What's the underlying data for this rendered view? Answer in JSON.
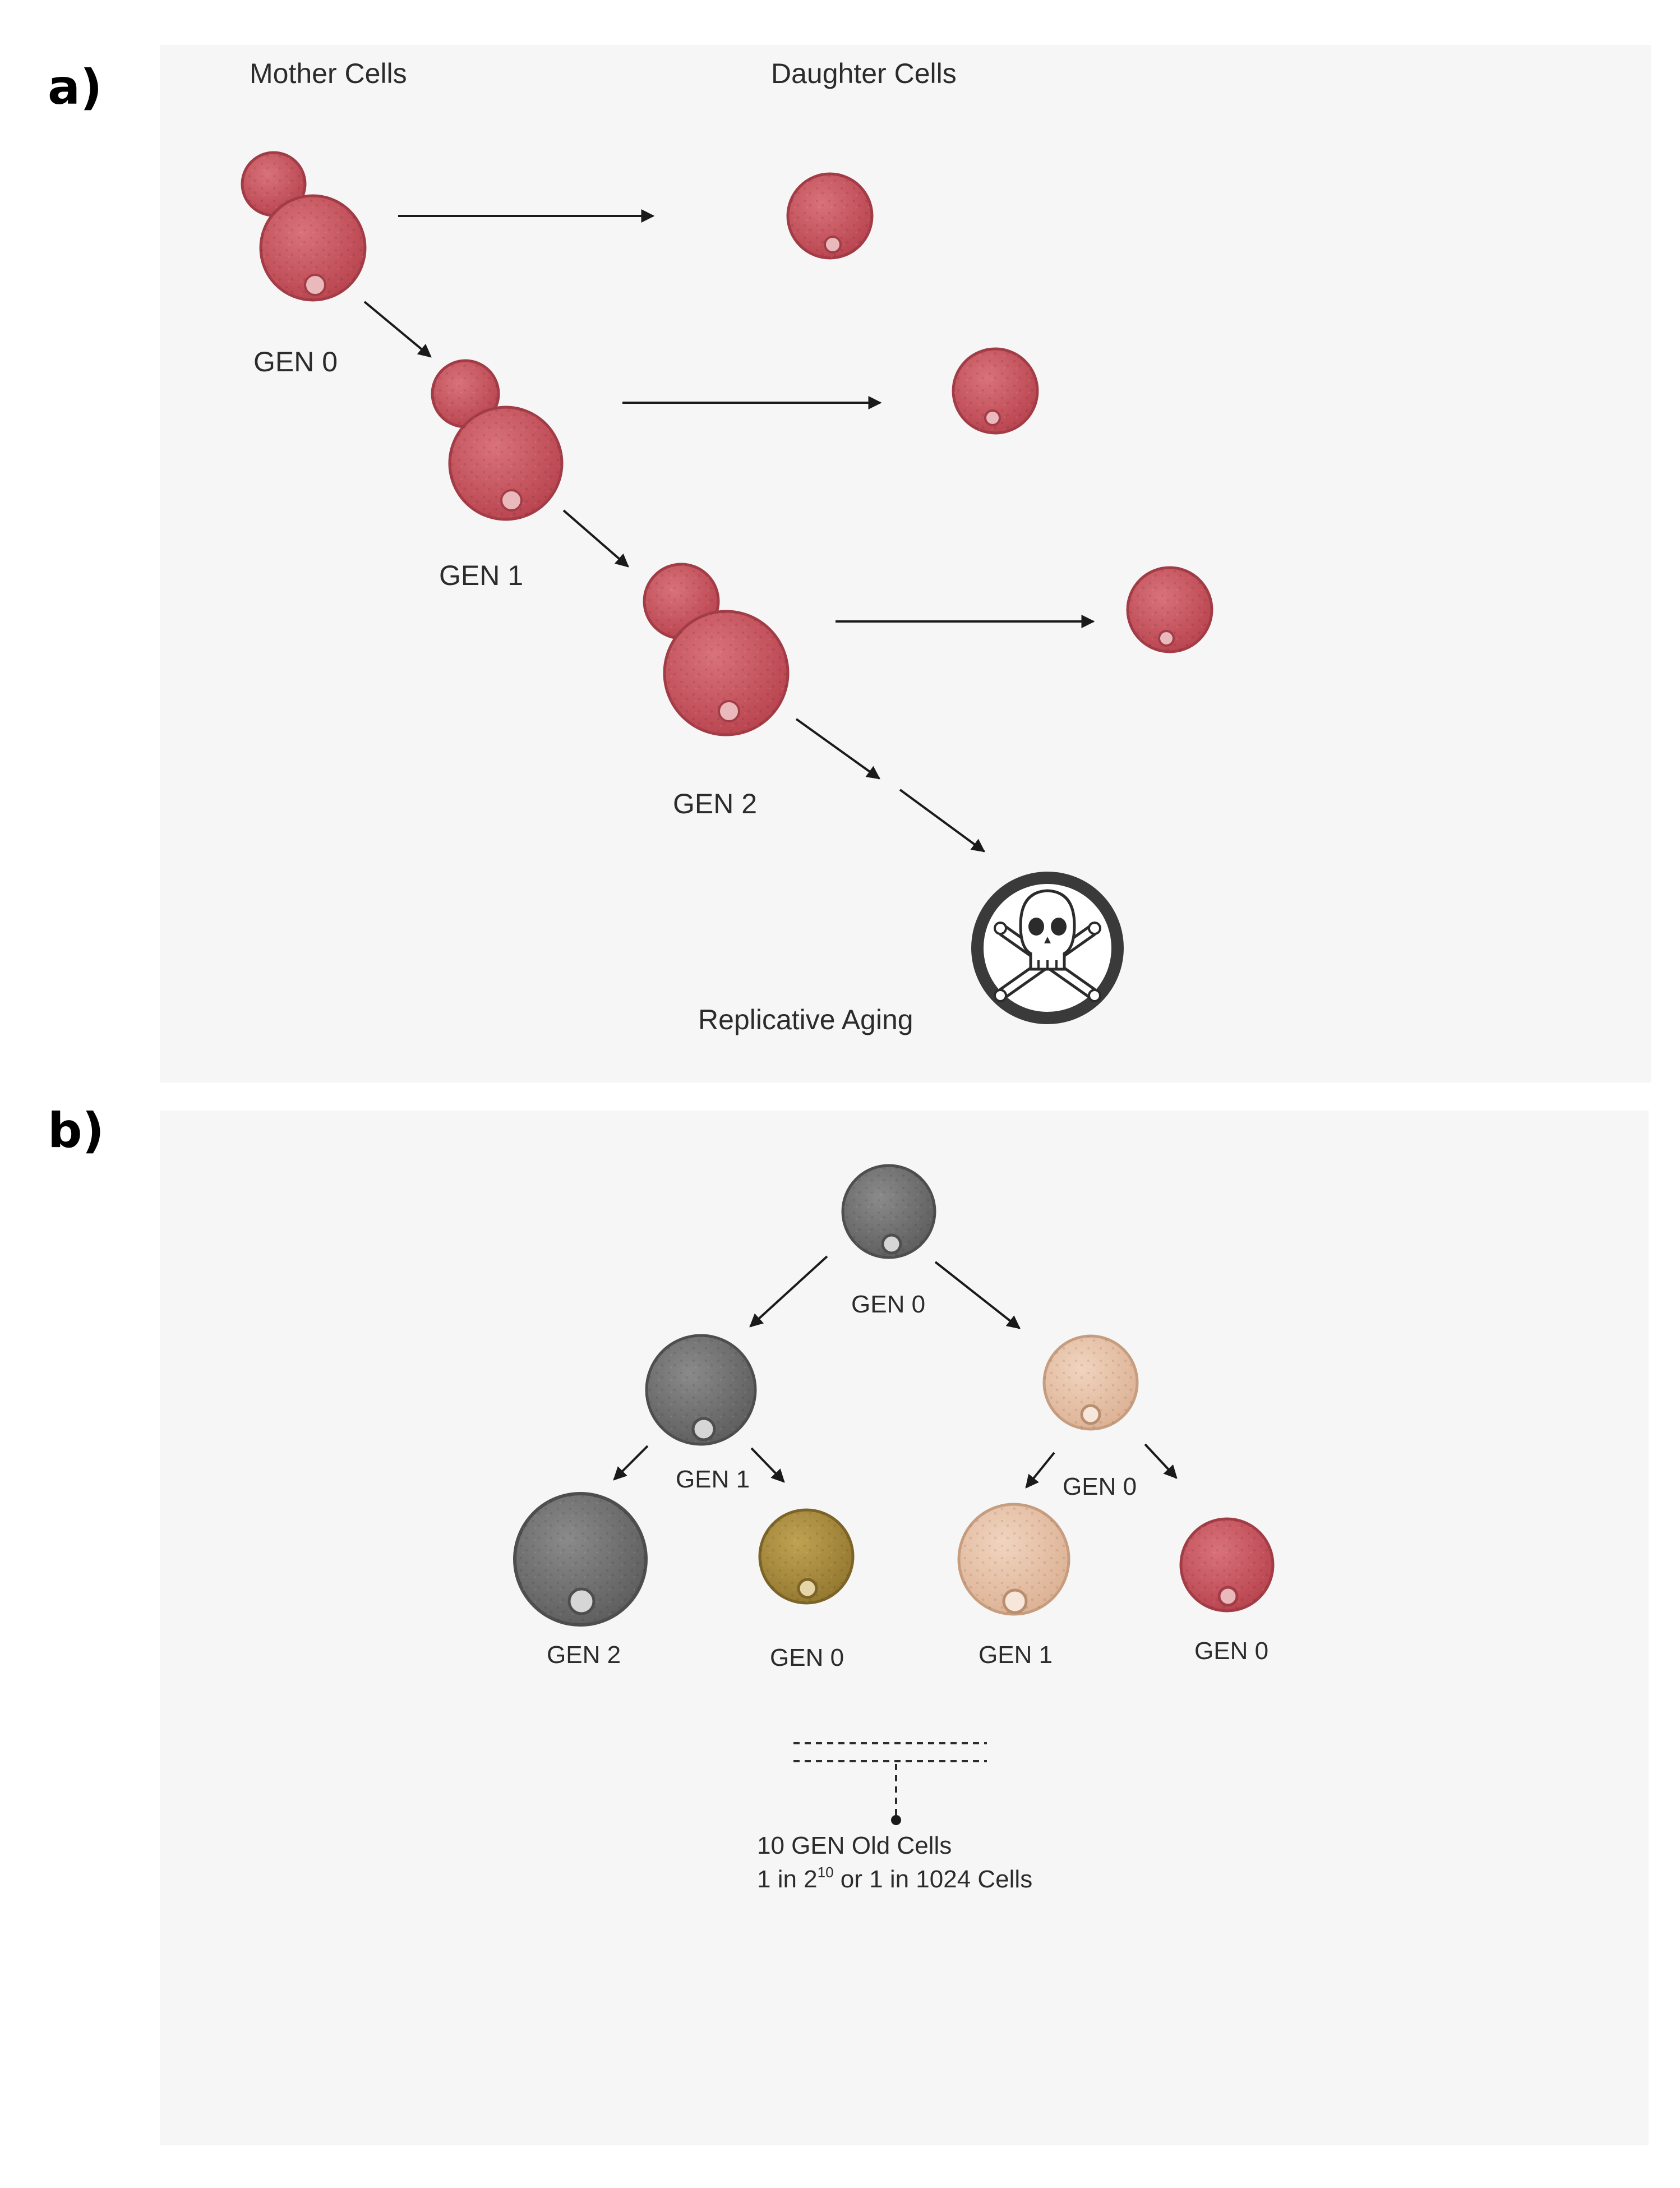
{
  "panel_a": {
    "letter": "a)",
    "header_mother": "Mother Cells",
    "header_daughter": "Daughter Cells",
    "gen0": "GEN 0",
    "gen1": "GEN 1",
    "gen2": "GEN 2",
    "endpoint": "Replicative Aging"
  },
  "panel_b": {
    "letter": "b)",
    "root": "GEN 0",
    "left_mid": "GEN 1",
    "right_mid": "GEN 0",
    "leaf1": "GEN 2",
    "leaf2": "GEN 0",
    "leaf3": "GEN 1",
    "leaf4": "GEN 0",
    "note_line1": "10 GEN Old Cells",
    "note_line2_prefix": "1 in 2",
    "note_line2_exp": "10",
    "note_line2_suffix": " or 1 in 1024 Cells"
  },
  "colors": {
    "panel_bg": "#f6f6f6",
    "red_cell": "#c9545e",
    "grey_cell": "#6f6f6f",
    "peach_cell": "#e7c3a8",
    "olive_cell": "#a8893c",
    "ring": "#3a3a3a"
  },
  "icons": {
    "death": "skull-crossbones-icon"
  }
}
